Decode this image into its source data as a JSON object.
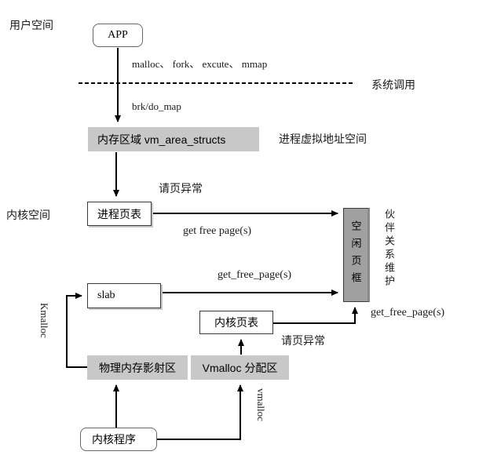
{
  "regions": {
    "user_space": "用户空间",
    "kernel_space": "内核空间"
  },
  "nodes": {
    "app": "APP",
    "vm_area": "内存区域 vm_area_structs",
    "process_page_table": "进程页表",
    "slab": "slab",
    "kernel_page_table": "内核页表",
    "phys_mem_map": "物理内存影射区",
    "vmalloc_area": "Vmalloc 分配区",
    "kernel_program": "内核程序",
    "free_page_frame": "空闲页框",
    "buddy_maintain": "伙伴关系维护"
  },
  "edge_labels": {
    "syscalls": "malloc、 fork、 excute、 mmap",
    "syscall_boundary": "系统调用",
    "brk_do_map": "brk/do_map",
    "process_vaddr_space": "进程虚拟地址空间",
    "page_fault_top": "请页异常",
    "get_free_pages_spaced": "get free page(s)",
    "get_free_pages_slab": "get_free_page(s)",
    "get_free_pages_kernel": "get_free_page(s)",
    "page_fault_bottom": "请页异常",
    "kmalloc": "Kmalloc",
    "vmalloc": "vmalloc"
  },
  "colors": {
    "light_gray_box": "#c8c8c8",
    "free_frame_gray": "#a0a0a0",
    "line": "#000000"
  }
}
